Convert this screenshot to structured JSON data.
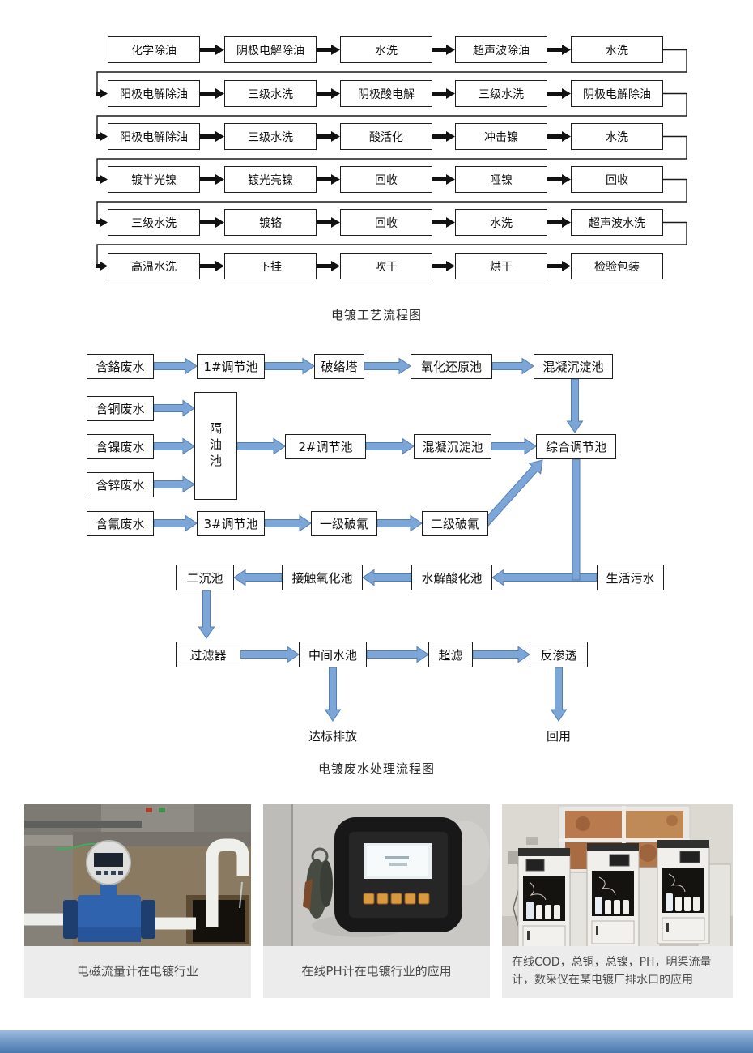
{
  "process_flowchart": {
    "title": "电镀工艺流程图",
    "rows": [
      {
        "steps": [
          "化学除油",
          "阴极电解除油",
          "水洗",
          "超声波除油",
          "水洗"
        ]
      },
      {
        "steps": [
          "阳极电解除油",
          "三级水洗",
          "阴极酸电解",
          "三级水洗",
          "阴极电解除油"
        ]
      },
      {
        "steps": [
          "阳极电解除油",
          "三级水洗",
          "酸活化",
          "冲击镍",
          "水洗"
        ]
      },
      {
        "steps": [
          "镀半光镍",
          "镀光亮镍",
          "回收",
          "哑镍",
          "回收"
        ]
      },
      {
        "steps": [
          "三级水洗",
          "镀铬",
          "回收",
          "水洗",
          "超声波水洗"
        ]
      },
      {
        "steps": [
          "高温水洗",
          "下挂",
          "吹干",
          "烘干",
          "检验包装"
        ]
      }
    ]
  },
  "wastewater_flowchart": {
    "title": "电镀废水处理流程图",
    "nodes": {
      "chromium": "含鉻废水",
      "adjust1": "1#调节池",
      "break_tower": "破络塔",
      "redox": "氧化还原池",
      "coagulation1": "混凝沉淀池",
      "copper": "含铜废水",
      "nickel": "含镍废水",
      "zinc": "含锌废水",
      "oil_separator": "隔油池",
      "adjust2": "2#调节池",
      "coagulation2": "混凝沉淀池",
      "comprehensive": "综合调节池",
      "cyanide": "含氰废水",
      "adjust3": "3#调节池",
      "cyan_break1": "一级破氰",
      "cyan_break2": "二级破氰",
      "domestic": "生活污水",
      "hydrolysis": "水解酸化池",
      "contact_oxidation": "接触氧化池",
      "secondary_sedimentation": "二沉池",
      "filter": "过滤器",
      "middle_tank": "中间水池",
      "ultrafiltration": "超滤",
      "reverse_osmosis": "反渗透",
      "discharge": "达标排放",
      "reuse": "回用"
    }
  },
  "photos": [
    {
      "caption": "电磁流量计在电镀行业"
    },
    {
      "caption": "在线PH计在电镀行业的应用"
    },
    {
      "caption": "在线COD，总铜，总镍，PH，明渠流量计，数采仪在某电镀厂排水口的应用"
    }
  ],
  "colors": {
    "black_arrow": "#111111",
    "blue_arrow_fill": "#7ba6d7",
    "blue_arrow_stroke": "#567fb0",
    "caption_background": "#ececec",
    "footer_bar_blue": "#4a79ad"
  }
}
